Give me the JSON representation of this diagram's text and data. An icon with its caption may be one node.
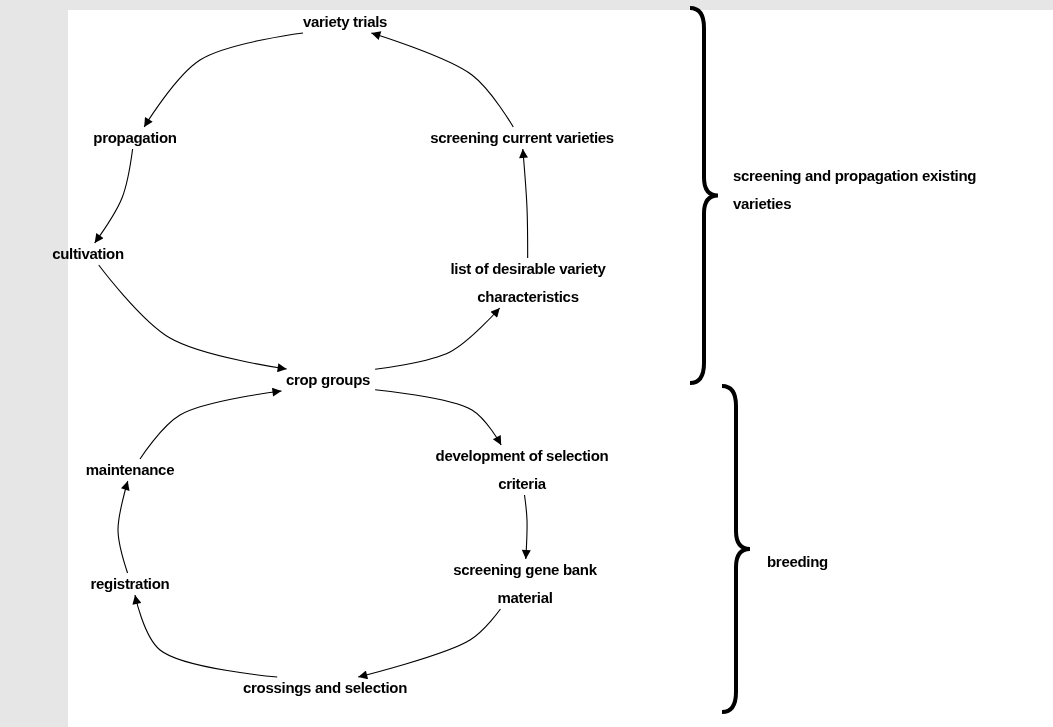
{
  "diagram": {
    "nodes": [
      {
        "text": [
          "variety trials"
        ]
      },
      {
        "text": [
          "propagation"
        ]
      },
      {
        "text": [
          "screening current varieties"
        ]
      },
      {
        "text": [
          "cultivation"
        ]
      },
      {
        "text": [
          "list of desirable variety characteristics"
        ]
      },
      {
        "text": [
          "crop groups"
        ]
      },
      {
        "text": [
          "maintenance"
        ]
      },
      {
        "text": [
          "development of selection criteria"
        ]
      },
      {
        "text": [
          "registration"
        ]
      },
      {
        "text": [
          "screening gene bank material"
        ]
      },
      {
        "text": [
          "crossings and selection"
        ]
      }
    ],
    "edges": [
      {
        "from": 0,
        "to": 1,
        "arrow": "to"
      },
      {
        "from": 1,
        "to": 3,
        "arrow": "to"
      },
      {
        "from": 3,
        "to": 5,
        "arrow": "to"
      },
      {
        "from": 5,
        "to": 4,
        "arrow": "to"
      },
      {
        "from": 4,
        "to": 2,
        "arrow": "to"
      },
      {
        "from": 2,
        "to": 0,
        "arrow": "to"
      },
      {
        "from": 5,
        "to": 7,
        "arrow": "to"
      },
      {
        "from": 7,
        "to": 9,
        "arrow": "to"
      },
      {
        "from": 9,
        "to": 10,
        "arrow": "to"
      },
      {
        "from": 10,
        "to": 8,
        "arrow": "to"
      },
      {
        "from": 8,
        "to": 6,
        "arrow": "to"
      },
      {
        "from": 6,
        "to": 5,
        "arrow": "to"
      }
    ],
    "labels": [
      "screening and propagation existing varieties",
      "breeding"
    ]
  }
}
